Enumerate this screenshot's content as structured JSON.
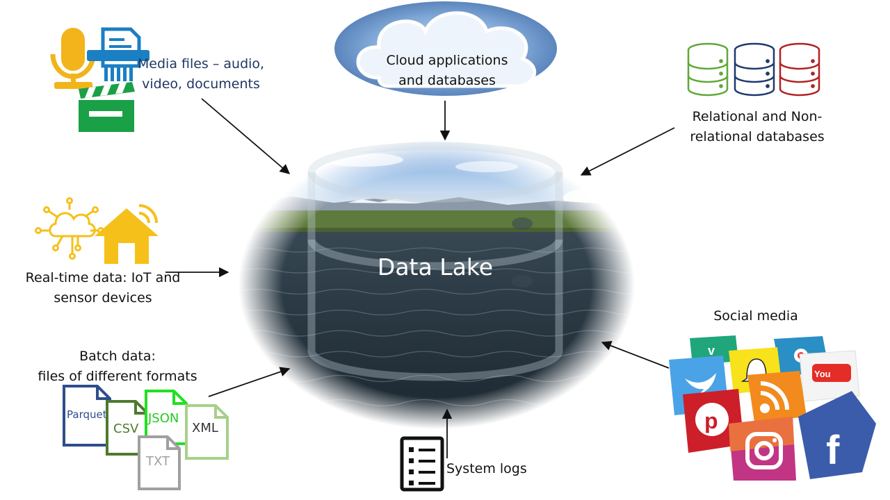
{
  "center": {
    "title": "Data Lake"
  },
  "sources": {
    "media": {
      "line1": "Media files – audio,",
      "line2": "video, documents"
    },
    "cloud": {
      "line1": "Cloud applications",
      "line2": "and databases"
    },
    "databases": {
      "line1": "Relational and Non-",
      "line2": "relational databases"
    },
    "realtime": {
      "line1": "Real-time data: IoT and",
      "line2": "sensor devices"
    },
    "batch": {
      "line1": "Batch data:",
      "line2": "files of different formats"
    },
    "logs": {
      "label": "System logs"
    },
    "social": {
      "label": "Social media"
    }
  },
  "file_formats": [
    "Parquet",
    "CSV",
    "JSON",
    "XML",
    "TXT"
  ],
  "social_platforms": [
    "Vine",
    "Twitter",
    "Snapchat",
    "Periscope",
    "YouTube",
    "RSS",
    "Pinterest",
    "Instagram",
    "Facebook"
  ],
  "colors": {
    "media_yellow": "#f2b41a",
    "media_blue": "#1b7fc4",
    "media_green": "#1aa046",
    "iot_yellow": "#f5c01a",
    "db_green": "#5fa838",
    "db_navy": "#1f3a6e",
    "db_red": "#b22222",
    "parquet": "#2e4d8c",
    "csv": "#4e7a2f",
    "json": "#22e022",
    "xml": "#a6d08a",
    "txt": "#a0a0a0"
  }
}
